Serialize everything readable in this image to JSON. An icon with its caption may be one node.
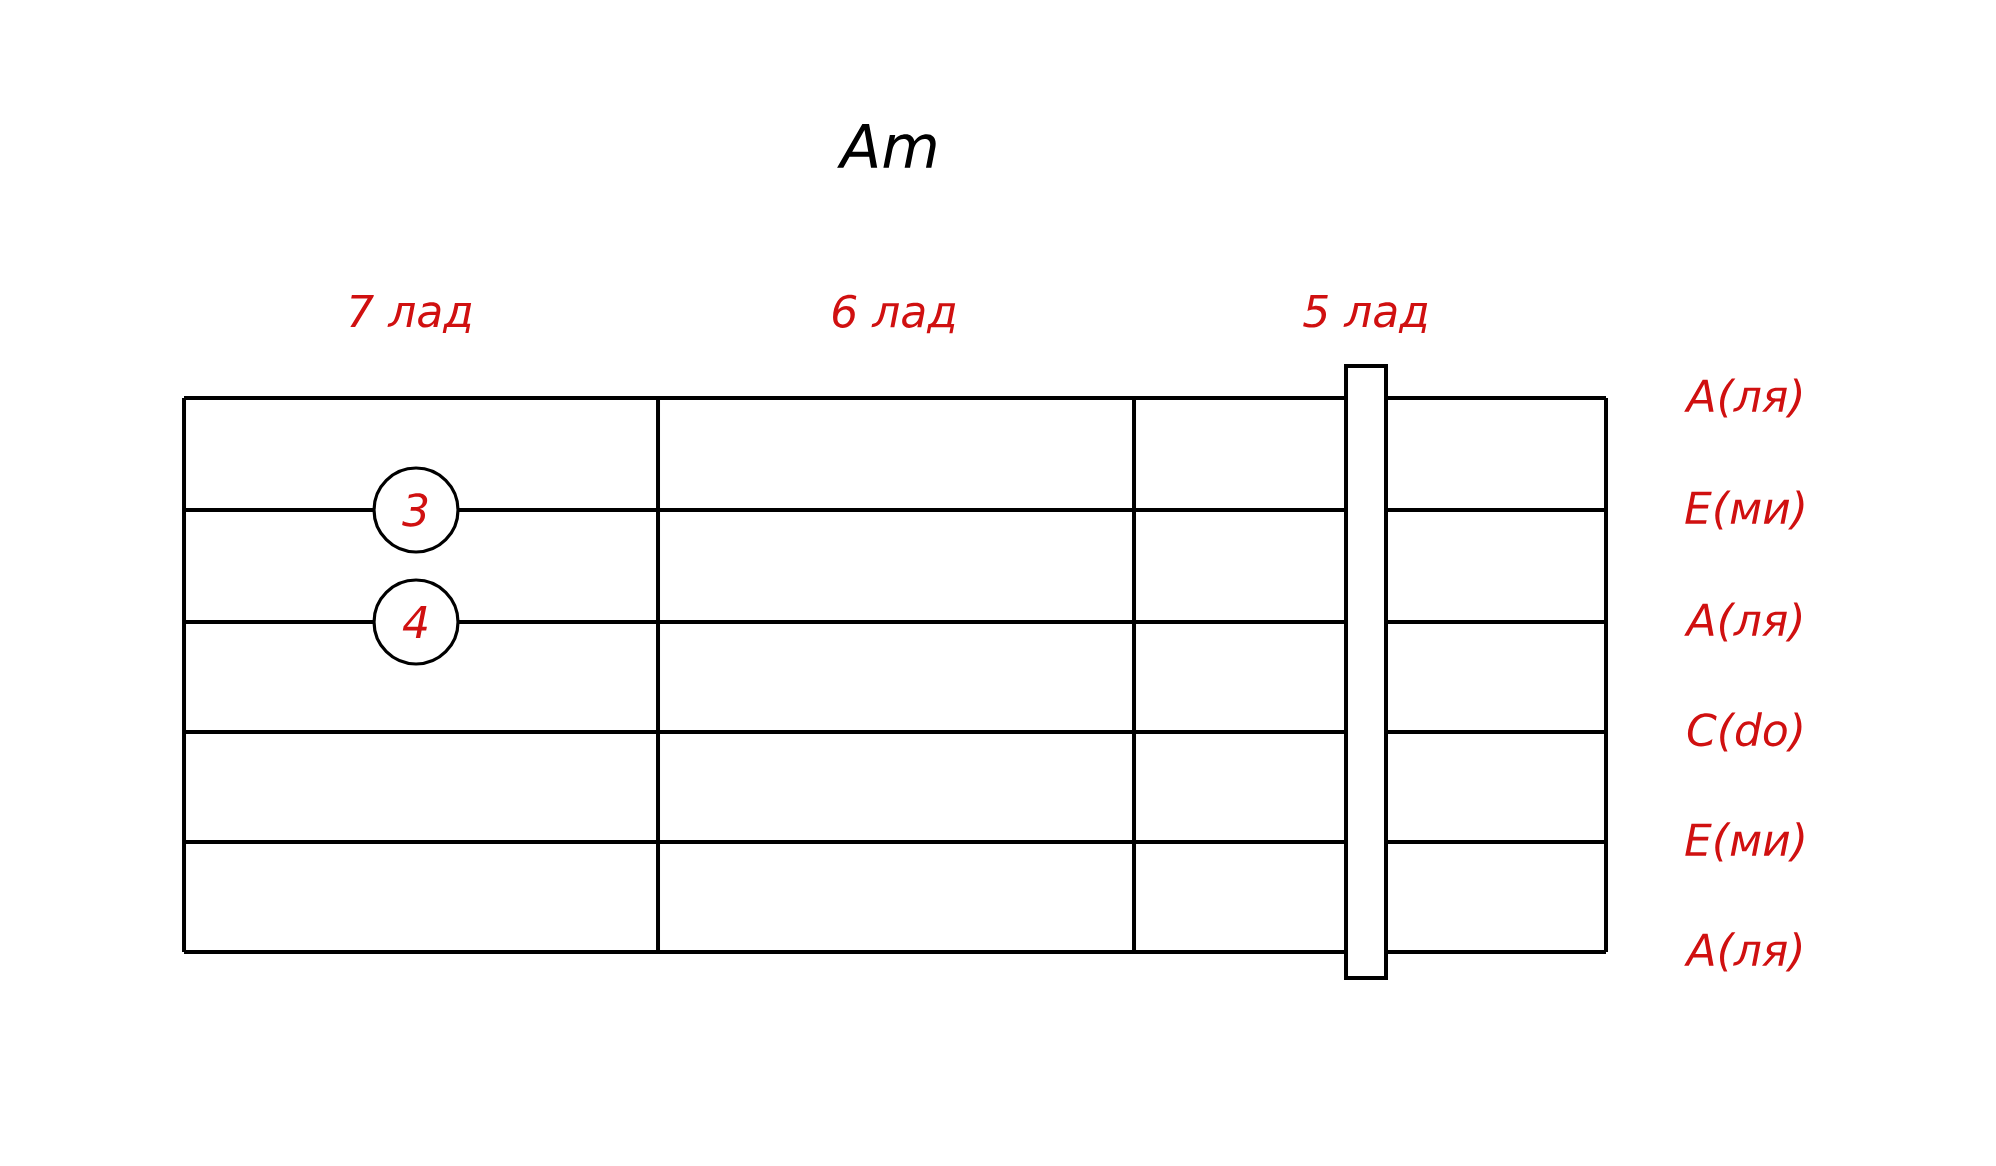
{
  "diagram": {
    "title": "Am",
    "nodes": [
      {
        "text": [
          "3"
        ]
      },
      {
        "text": [
          "4"
        ]
      },
      {
        "text": [],
        "shape": "bar"
      }
    ],
    "labels": [
      "7 лад",
      "6 лад",
      "5 лад",
      "A(ля)",
      "E(ми)",
      "A(ля)",
      "C(do)",
      "E(ми)",
      "A(ля)"
    ]
  }
}
